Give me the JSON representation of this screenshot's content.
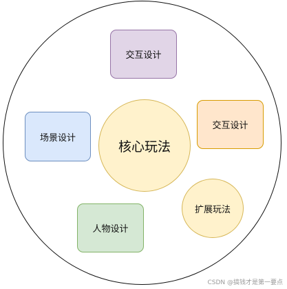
{
  "diagram": {
    "center": {
      "label": "核心玩法",
      "fill": "#fff2cc",
      "stroke": "#d6b656"
    },
    "nodes": [
      {
        "id": "top",
        "label": "交互设计",
        "fill": "#e1d5e7",
        "stroke": "#9673a6"
      },
      {
        "id": "right",
        "label": "交互设计",
        "fill": "#ffe6cc",
        "stroke": "#d79b00"
      },
      {
        "id": "left",
        "label": "场景设计",
        "fill": "#dae8fc",
        "stroke": "#6c8ebf"
      },
      {
        "id": "expand",
        "label": "扩展玩法",
        "fill": "#fff2cc",
        "stroke": "#d6b656"
      },
      {
        "id": "person",
        "label": "人物设计",
        "fill": "#d5e8d4",
        "stroke": "#82b366"
      }
    ],
    "outer_stroke": "#111111"
  },
  "watermark": "CSDN @搞钱才是第一要点"
}
